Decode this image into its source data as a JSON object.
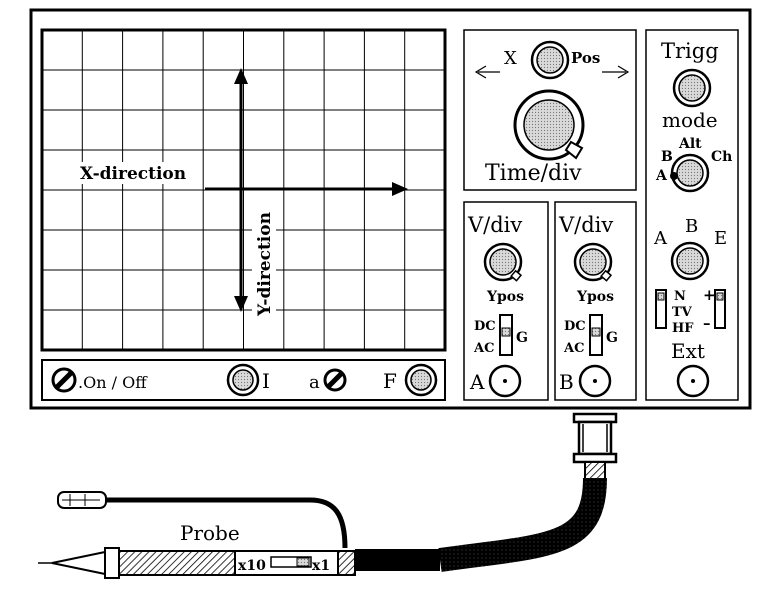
{
  "screen": {
    "x_direction": "X-direction",
    "y_direction": "Y-direction"
  },
  "bottom_bar": {
    "on_off": ".On / Off",
    "intensity": "I",
    "astig": "a",
    "focus": "F"
  },
  "timebase": {
    "x": "X",
    "pos": "Pos",
    "time_div": "Time/div"
  },
  "channel_a": {
    "v_div": "V/div",
    "ypos": "Ypos",
    "dc": "DC",
    "ac": "AC",
    "g": "G",
    "input": "A"
  },
  "channel_b": {
    "v_div": "V/div",
    "ypos": "Ypos",
    "dc": "DC",
    "ac": "AC",
    "g": "G",
    "input": "B"
  },
  "trigger": {
    "trigg": "Trigg",
    "mode": "mode",
    "alt": "Alt",
    "b": "B",
    "ch": "Ch",
    "a": "A",
    "src_a": "A",
    "src_b": "B",
    "src_e": "E",
    "n": "N",
    "tv": "TV",
    "hf": "HF",
    "plus": "+",
    "minus": "–",
    "ext": "Ext"
  },
  "probe": {
    "label": "Probe",
    "x10": "x10",
    "x1": "x1"
  }
}
